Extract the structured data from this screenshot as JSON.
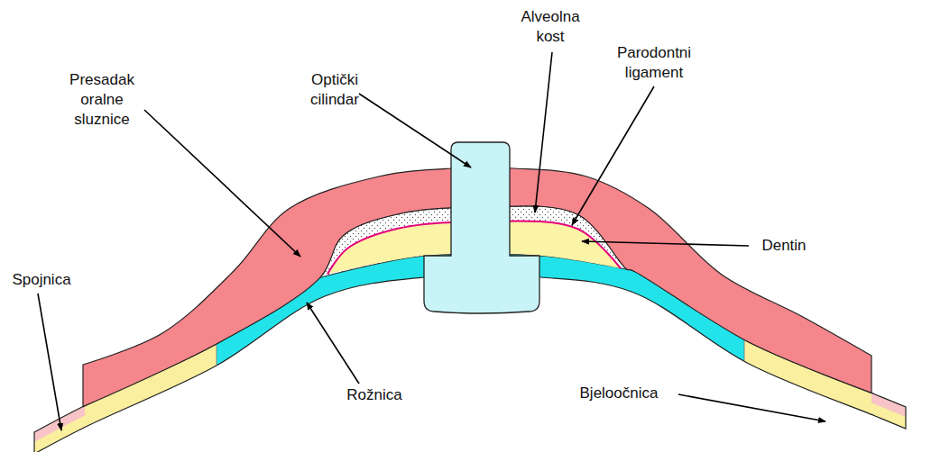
{
  "diagram": {
    "labels": [
      "Alveolna kost",
      "Optički cilindar",
      "Parodontni ligament",
      "Presadak oralne sluznice",
      "Dentin",
      "Spojnica",
      "Rožnica",
      "Bjeloočnica"
    ]
  }
}
